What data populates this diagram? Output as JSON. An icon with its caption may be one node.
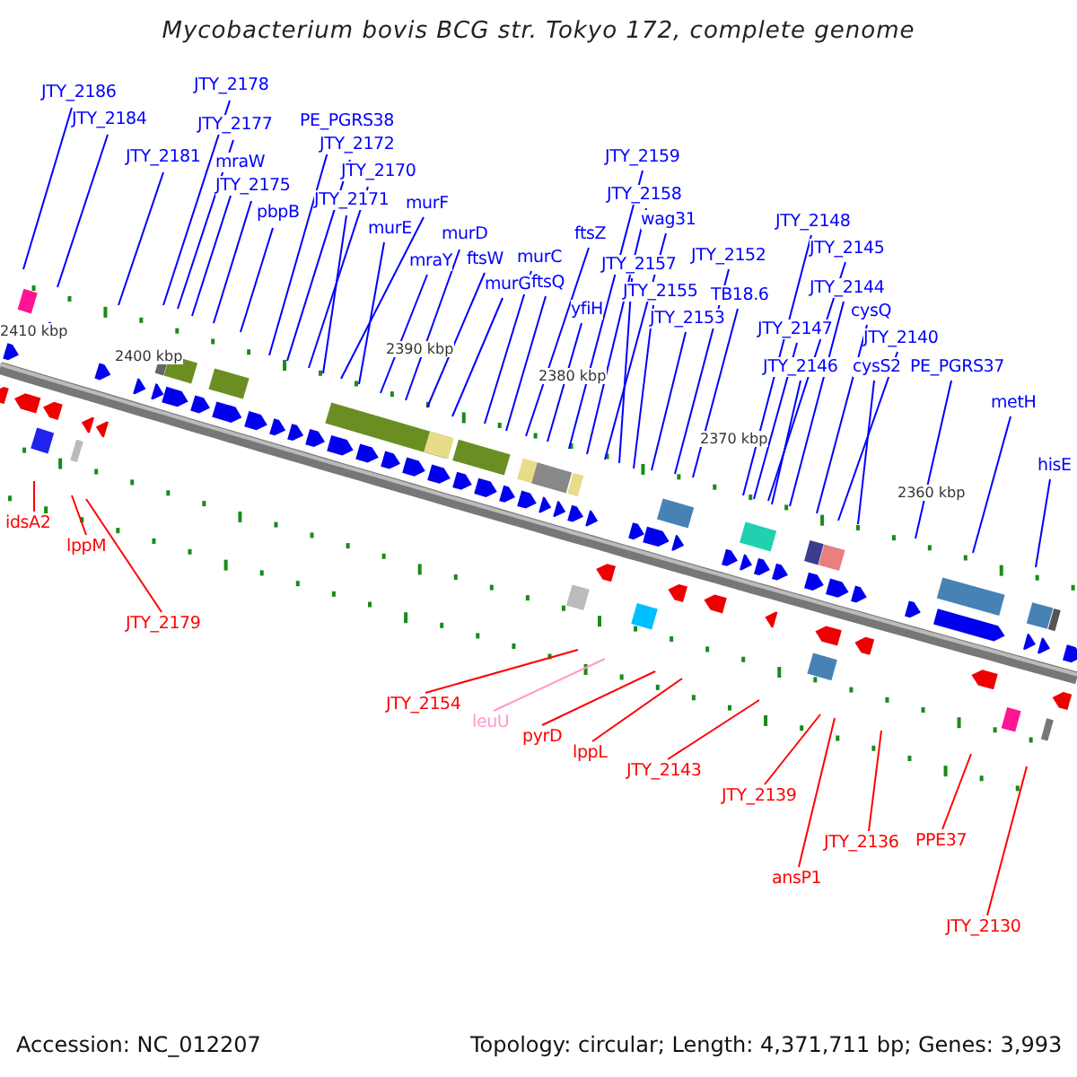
{
  "diagram": {
    "title": "Mycobacterium bovis BCG str. Tokyo 172, complete genome",
    "nodes": [
      {
        "text": [
          "JTY_2186"
        ]
      },
      {
        "text": [
          "JTY_2184"
        ]
      },
      {
        "text": [
          "JTY_2181"
        ]
      },
      {
        "text": [
          "JTY_2178"
        ]
      },
      {
        "text": [
          "JTY_2177"
        ]
      },
      {
        "text": [
          "mraW"
        ]
      },
      {
        "text": [
          "JTY_2175"
        ]
      },
      {
        "text": [
          "pbpB"
        ]
      },
      {
        "text": [
          "PE_PGRS38"
        ]
      },
      {
        "text": [
          "JTY_2172"
        ]
      },
      {
        "text": [
          "JTY_2170"
        ]
      },
      {
        "text": [
          "JTY_2171"
        ]
      },
      {
        "text": [
          "murF"
        ]
      },
      {
        "text": [
          "murE"
        ]
      },
      {
        "text": [
          "mraY"
        ]
      },
      {
        "text": [
          "murD"
        ]
      },
      {
        "text": [
          "ftsW"
        ]
      },
      {
        "text": [
          "murG"
        ]
      },
      {
        "text": [
          "murC"
        ]
      },
      {
        "text": [
          "ftsQ"
        ]
      },
      {
        "text": [
          "ftsZ"
        ]
      },
      {
        "text": [
          "yfiH"
        ]
      },
      {
        "text": [
          "JTY_2159"
        ]
      },
      {
        "text": [
          "JTY_2158"
        ]
      },
      {
        "text": [
          "wag31"
        ]
      },
      {
        "text": [
          "JTY_2157"
        ]
      },
      {
        "text": [
          "JTY_2155"
        ]
      },
      {
        "text": [
          "JTY_2153"
        ]
      },
      {
        "text": [
          "JTY_2152"
        ]
      },
      {
        "text": [
          "TB18.6"
        ]
      },
      {
        "text": [
          "JTY_2148"
        ]
      },
      {
        "text": [
          "JTY_2145"
        ]
      },
      {
        "text": [
          "JTY_2144"
        ]
      },
      {
        "text": [
          "cysQ"
        ]
      },
      {
        "text": [
          "JTY_2147"
        ]
      },
      {
        "text": [
          "JTY_2140"
        ]
      },
      {
        "text": [
          "JTY_2146"
        ]
      },
      {
        "text": [
          "cysS2"
        ]
      },
      {
        "text": [
          "PE_PGRS37"
        ]
      },
      {
        "text": [
          "metH"
        ]
      },
      {
        "text": [
          "hisE"
        ]
      },
      {
        "text": [
          "idsA2"
        ]
      },
      {
        "text": [
          "lppM"
        ]
      },
      {
        "text": [
          "JTY_2179"
        ]
      },
      {
        "text": [
          "JTY_2154"
        ]
      },
      {
        "text": [
          "leuU"
        ]
      },
      {
        "text": [
          "pyrD"
        ]
      },
      {
        "text": [
          "lppL"
        ]
      },
      {
        "text": [
          "JTY_2143"
        ]
      },
      {
        "text": [
          "JTY_2139"
        ]
      },
      {
        "text": [
          "ansP1"
        ]
      },
      {
        "text": [
          "JTY_2136"
        ]
      },
      {
        "text": [
          "PPE37"
        ]
      },
      {
        "text": [
          "JTY_2130"
        ]
      }
    ],
    "edges": [
      {
        "from": 0,
        "to": null,
        "arrow": "none"
      },
      {
        "from": 1,
        "to": null,
        "arrow": "none"
      },
      {
        "from": 2,
        "to": null,
        "arrow": "none"
      },
      {
        "from": 3,
        "to": null,
        "arrow": "none"
      },
      {
        "from": 4,
        "to": null,
        "arrow": "none"
      },
      {
        "from": 5,
        "to": null,
        "arrow": "none"
      },
      {
        "from": 6,
        "to": null,
        "arrow": "none"
      },
      {
        "from": 7,
        "to": null,
        "arrow": "none"
      },
      {
        "from": 8,
        "to": null,
        "arrow": "none"
      },
      {
        "from": 9,
        "to": null,
        "arrow": "none"
      },
      {
        "from": 10,
        "to": null,
        "arrow": "none"
      },
      {
        "from": 11,
        "to": null,
        "arrow": "none"
      },
      {
        "from": 12,
        "to": null,
        "arrow": "none"
      },
      {
        "from": 13,
        "to": null,
        "arrow": "none"
      },
      {
        "from": 14,
        "to": null,
        "arrow": "none"
      },
      {
        "from": 15,
        "to": null,
        "arrow": "none"
      },
      {
        "from": 16,
        "to": null,
        "arrow": "none"
      },
      {
        "from": 17,
        "to": null,
        "arrow": "none"
      },
      {
        "from": 18,
        "to": null,
        "arrow": "none"
      },
      {
        "from": 19,
        "to": null,
        "arrow": "none"
      },
      {
        "from": 20,
        "to": null,
        "arrow": "none"
      },
      {
        "from": 21,
        "to": null,
        "arrow": "none"
      },
      {
        "from": 22,
        "to": null,
        "arrow": "none"
      },
      {
        "from": 23,
        "to": null,
        "arrow": "none"
      },
      {
        "from": 24,
        "to": null,
        "arrow": "none"
      },
      {
        "from": 25,
        "to": null,
        "arrow": "none"
      },
      {
        "from": 26,
        "to": null,
        "arrow": "none"
      },
      {
        "from": 27,
        "to": null,
        "arrow": "none"
      },
      {
        "from": 28,
        "to": null,
        "arrow": "none"
      },
      {
        "from": 29,
        "to": null,
        "arrow": "none"
      },
      {
        "from": 30,
        "to": null,
        "arrow": "none"
      },
      {
        "from": 31,
        "to": null,
        "arrow": "none"
      },
      {
        "from": 32,
        "to": null,
        "arrow": "none"
      },
      {
        "from": 33,
        "to": null,
        "arrow": "none"
      },
      {
        "from": 34,
        "to": null,
        "arrow": "none"
      },
      {
        "from": 35,
        "to": null,
        "arrow": "none"
      },
      {
        "from": 36,
        "to": null,
        "arrow": "none"
      },
      {
        "from": 37,
        "to": null,
        "arrow": "none"
      },
      {
        "from": 38,
        "to": null,
        "arrow": "none"
      },
      {
        "from": 39,
        "to": null,
        "arrow": "none"
      },
      {
        "from": 40,
        "to": null,
        "arrow": "none"
      },
      {
        "from": 41,
        "to": null,
        "arrow": "none",
        "color": "#ff0000"
      },
      {
        "from": 42,
        "to": null,
        "arrow": "none",
        "color": "#ff0000"
      },
      {
        "from": 43,
        "to": null,
        "arrow": "none",
        "color": "#ff0000"
      },
      {
        "from": 44,
        "to": null,
        "arrow": "none",
        "color": "#ff0000"
      },
      {
        "from": 45,
        "to": null,
        "arrow": "none",
        "color": "#ff99cc"
      },
      {
        "from": 46,
        "to": null,
        "arrow": "none",
        "color": "#ff0000"
      },
      {
        "from": 47,
        "to": null,
        "arrow": "none",
        "color": "#ff0000"
      },
      {
        "from": 48,
        "to": null,
        "arrow": "none",
        "color": "#ff0000"
      },
      {
        "from": 49,
        "to": null,
        "arrow": "none",
        "color": "#ff0000"
      },
      {
        "from": 50,
        "to": null,
        "arrow": "none",
        "color": "#ff0000"
      },
      {
        "from": 51,
        "to": null,
        "arrow": "none",
        "color": "#ff0000"
      },
      {
        "from": 52,
        "to": null,
        "arrow": "none",
        "color": "#ff0000"
      },
      {
        "from": 53,
        "to": null,
        "arrow": "none",
        "color": "#ff0000"
      }
    ],
    "labels": [
      "2410 kbp",
      "2400 kbp",
      "2390 kbp",
      "2380 kbp",
      "2370 kbp",
      "2360 kbp",
      "Accession: NC_012207",
      "Topology: circular; Length: 4,371,711 bp; Genes: 3,993"
    ]
  }
}
